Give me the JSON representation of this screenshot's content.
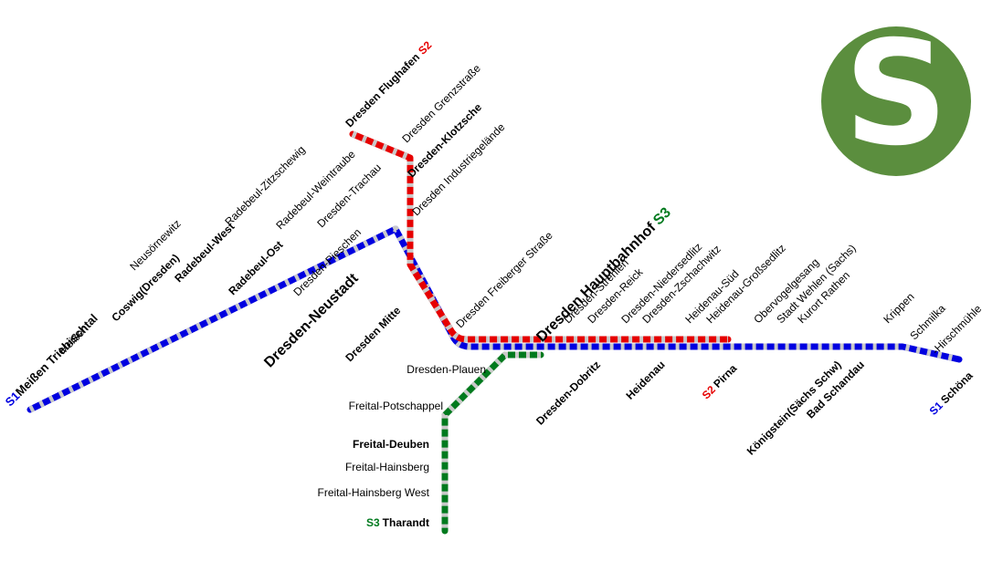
{
  "logo": {
    "letter": "S"
  },
  "lines": {
    "s1": {
      "id": "S1",
      "color": "#0000e0"
    },
    "s2": {
      "id": "S2",
      "color": "#e60000"
    },
    "s3": {
      "id": "S3",
      "color": "#007a1e"
    },
    "stripe_color": "#c9c9c9"
  },
  "terminals": {
    "meissen_triebischtal": {
      "badge": "S1",
      "name": "Meißen Triebischtal"
    },
    "dresden_flughafen": {
      "name": "Dresden Flughafen",
      "badge": "S2"
    },
    "dresden_hauptbahnhof": {
      "name": "Dresden Hauptbahnhof",
      "badge": "S3"
    },
    "pirna": {
      "badge": "S2",
      "name": "Pirna"
    },
    "schoena": {
      "badge": "S1",
      "name": "Schöna"
    },
    "tharandt": {
      "badge": "S3",
      "name": "Tharandt"
    }
  },
  "stations": {
    "meissen": "Meißen",
    "neusoernewitz": "Neusörnewitz",
    "coswig": "Coswig(Dresden)",
    "radebeul_zitzschewig": "Radebeul-Zitzschewig",
    "radebeul_west": "Radebeul-West",
    "radebeul_weintraube": "Radebeul-Weintraube",
    "radebeul_ost": "Radebeul-Ost",
    "dresden_trachau": "Dresden-Trachau",
    "dresden_pieschen": "Dresden-Pieschen",
    "dresden_neustadt": "Dresden-Neustadt",
    "dresden_mitte": "Dresden Mitte",
    "dresden_freiberger_strasse": "Dresden Freiberger Straße",
    "dresden_grenzstrasse": "Dresden Grenzstraße",
    "dresden_klotzsche": "Dresden-Klotzsche",
    "dresden_industriegelaende": "Dresden Industriegelände",
    "dresden_strehlen": "Dresden-Strehlen",
    "dresden_reick": "Dresden-Reick",
    "dresden_dobritz": "Dresden-Dobritz",
    "dresden_niedersedlitz": "Dresden-Niedersedlitz",
    "dresden_zschachwitz": "Dresden-Zschachwitz",
    "heidenau": "Heidenau",
    "heidenau_sued": "Heidenau-Süd",
    "heidenau_grosssedlitz": "Heidenau-Großsedlitz",
    "obervogelgesang": "Obervogelgesang",
    "stadt_wehlen": "Stadt Wehlen (Sachs)",
    "kurort_rathen": "Kurort Rathen",
    "koenigstein": "Königstein(Sächs Schw)",
    "bad_schandau": "Bad Schandau",
    "krippen": "Krippen",
    "schmilka_hirschmuehle": {
      "line1": "Schmilka",
      "line2": "-Hirschmühle"
    },
    "dresden_plauen": "Dresden-Plauen",
    "freital_potschappel": "Freital-Potschappel",
    "freital_deuben": "Freital-Deuben",
    "freital_hainsberg": "Freital-Hainsberg",
    "freital_hainsberg_west": "Freital-Hainsberg West"
  }
}
